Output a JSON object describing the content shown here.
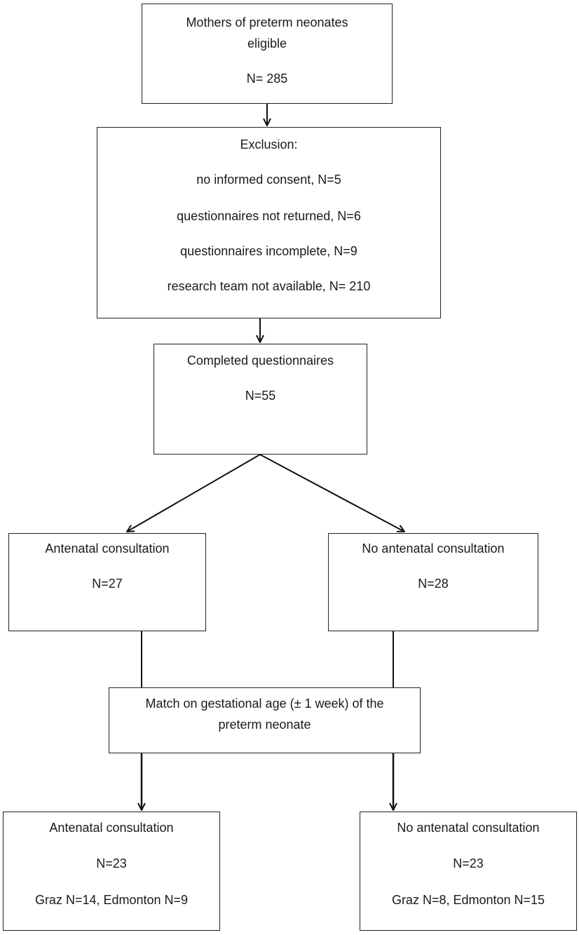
{
  "eligible": {
    "title_line1": "Mothers of preterm neonates",
    "title_line2": "eligible",
    "count": "N= 285"
  },
  "exclusion": {
    "heading": "Exclusion:",
    "items": [
      "no informed consent, N=5",
      "questionnaires not returned, N=6",
      "questionnaires incomplete, N=9",
      "research team not available, N= 210"
    ]
  },
  "completed": {
    "title": "Completed questionnaires",
    "count": "N=55"
  },
  "antenatal": {
    "title": "Antenatal consultation",
    "count": "N=27"
  },
  "no_antenatal": {
    "title": "No antenatal consultation",
    "count": "N=28"
  },
  "match": {
    "line1": "Match on gestational age (± 1 week) of the",
    "line2": "preterm neonate"
  },
  "matched_antenatal": {
    "title": "Antenatal consultation",
    "count": "N=23",
    "sites": "Graz N=14, Edmonton N=9"
  },
  "matched_no_antenatal": {
    "title": "No antenatal consultation",
    "count": "N=23",
    "sites": "Graz N=8, Edmonton N=15"
  }
}
